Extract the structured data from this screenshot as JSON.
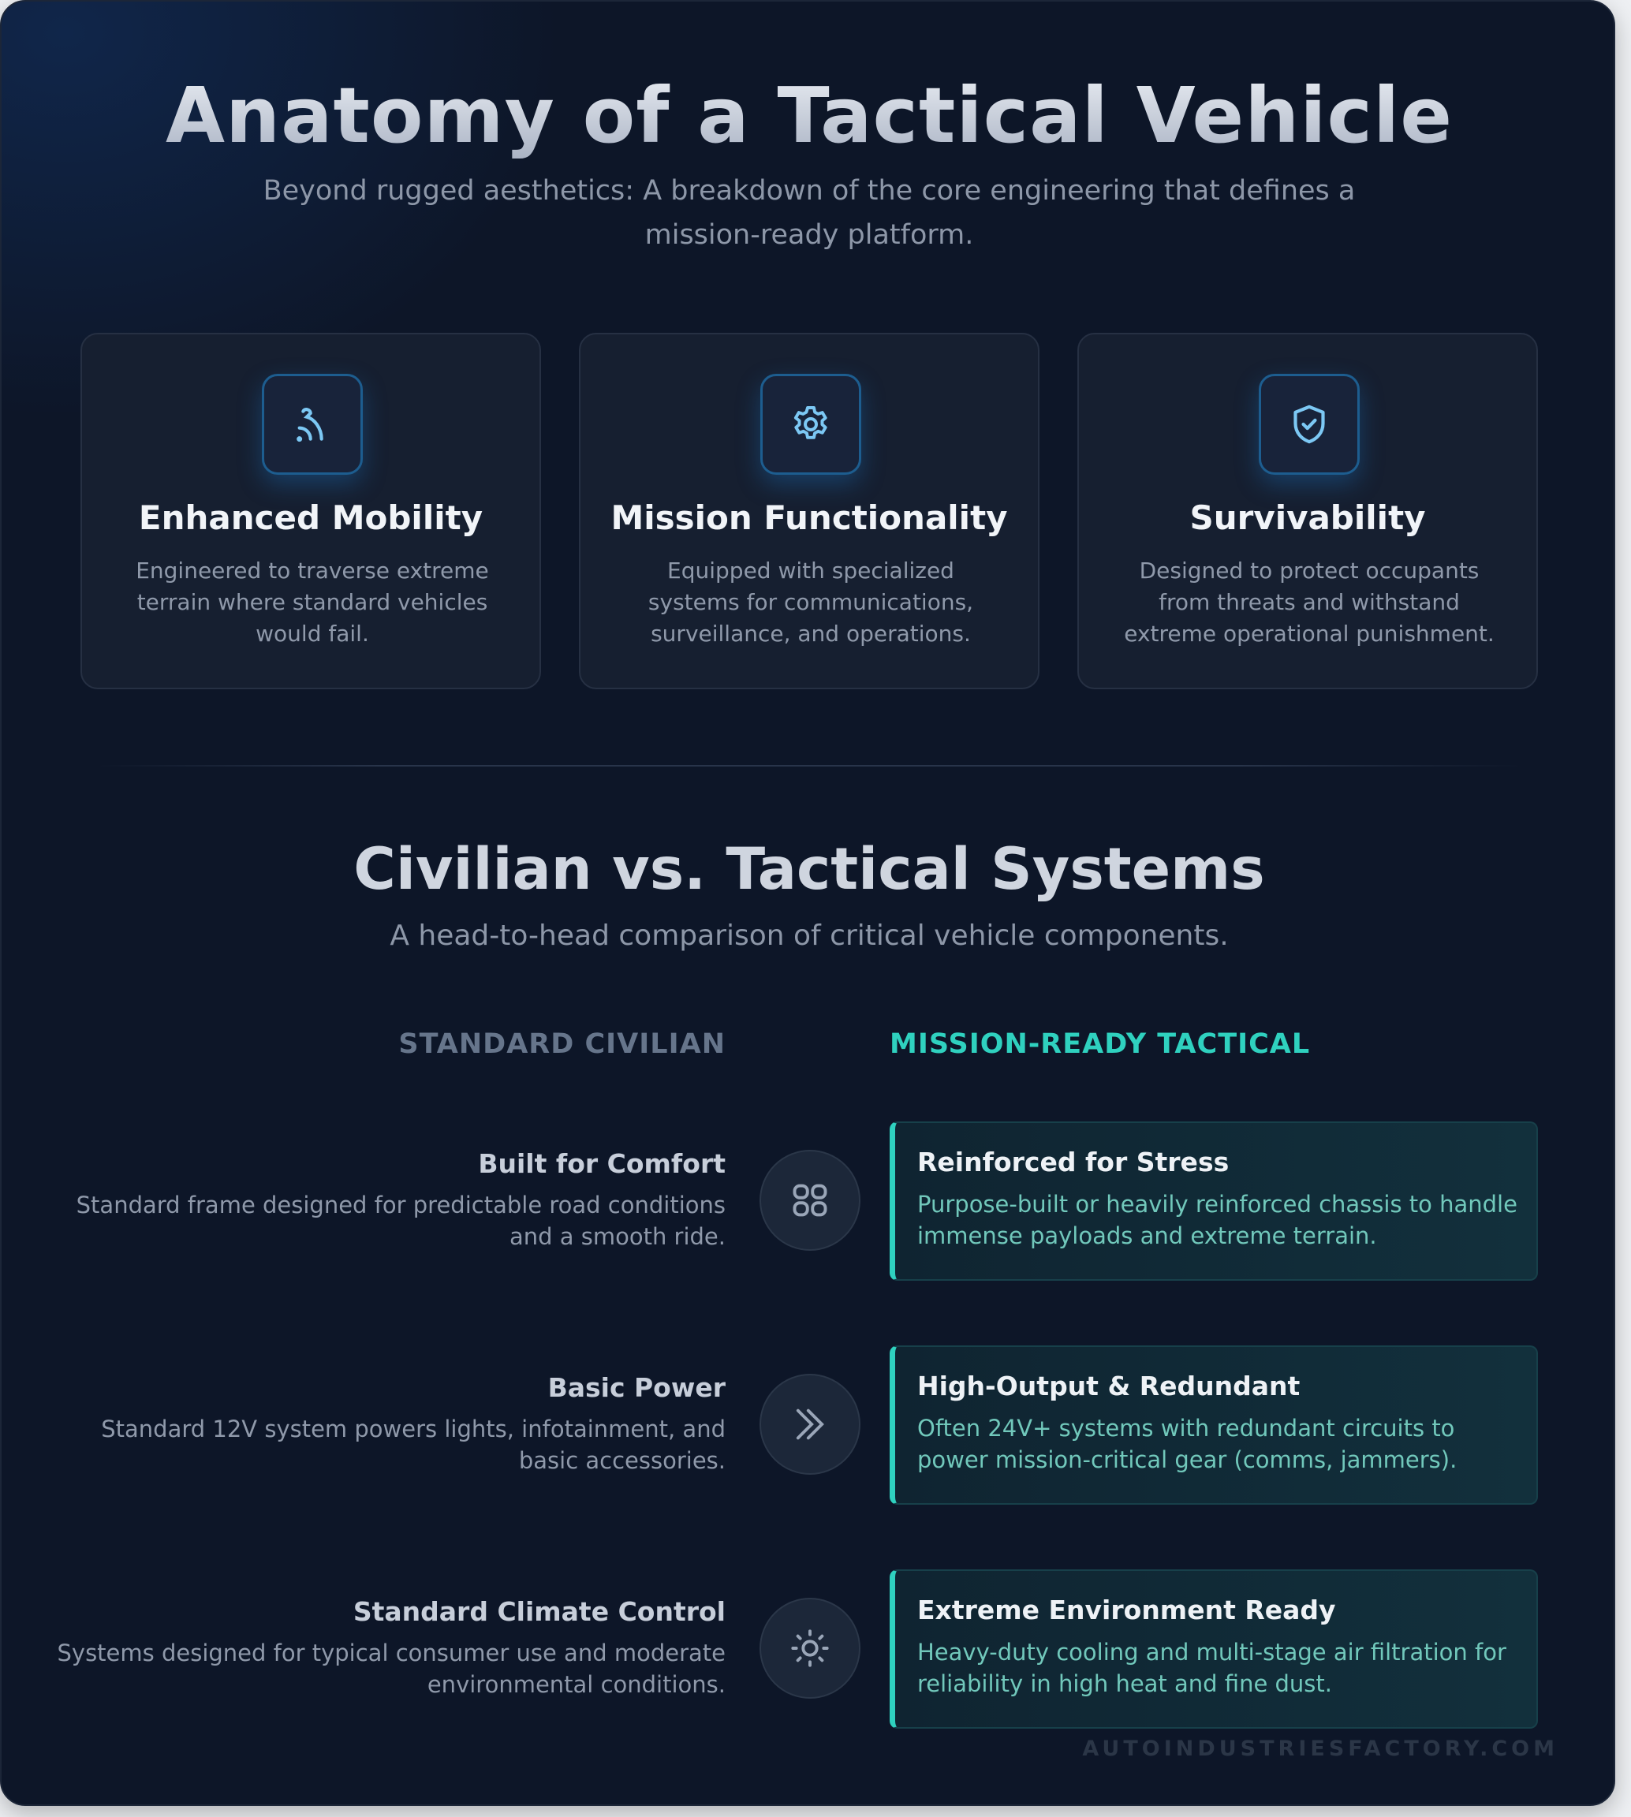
{
  "header": {
    "title": "Anatomy of a Tactical Vehicle",
    "subtitle": "Beyond rugged aesthetics: A breakdown of the core engineering that defines a mission-ready platform."
  },
  "pillars": [
    {
      "icon": "mobility-icon",
      "title": "Enhanced Mobility",
      "desc": "Engineered to traverse extreme terrain where standard vehicles would fail."
    },
    {
      "icon": "gear-icon",
      "title": "Mission Functionality",
      "desc": "Equipped with specialized systems for communications, surveillance, and operations."
    },
    {
      "icon": "shield-check-icon",
      "title": "Survivability",
      "desc": "Designed to protect occupants from threats and withstand extreme operational punishment."
    }
  ],
  "comparison": {
    "title": "Civilian vs. Tactical Systems",
    "subtitle": "A head-to-head comparison of critical vehicle components.",
    "civilian_header": "STANDARD CIVILIAN",
    "tactical_header": "MISSION-READY TACTICAL",
    "rows": [
      {
        "icon": "grid-icon",
        "civ_title": "Built for Comfort",
        "civ_desc": "Standard frame designed for predictable road conditions and a smooth ride.",
        "tac_title": "Reinforced for Stress",
        "tac_desc": "Purpose-built or heavily reinforced chassis to handle immense payloads and extreme terrain."
      },
      {
        "icon": "chevrons-right-icon",
        "civ_title": "Basic Power",
        "civ_desc": "Standard 12V system powers lights, infotainment, and basic accessories.",
        "tac_title": "High-Output & Redundant",
        "tac_desc": "Often 24V+ systems with redundant circuits to power mission-critical gear (comms, jammers)."
      },
      {
        "icon": "sun-icon",
        "civ_title": "Standard Climate Control",
        "civ_desc": "Systems designed for typical consumer use and moderate environmental conditions.",
        "tac_title": "Extreme Environment Ready",
        "tac_desc": "Heavy-duty cooling and multi-stage air filtration for reliability in high heat and fine dust."
      }
    ]
  },
  "footer": {
    "watermark": "AUTOINDUSTRIESFACTORY.COM"
  },
  "colors": {
    "accent_teal": "#2fd1bf",
    "icon_blue": "#7cc8f4",
    "background": "#0d1628"
  }
}
